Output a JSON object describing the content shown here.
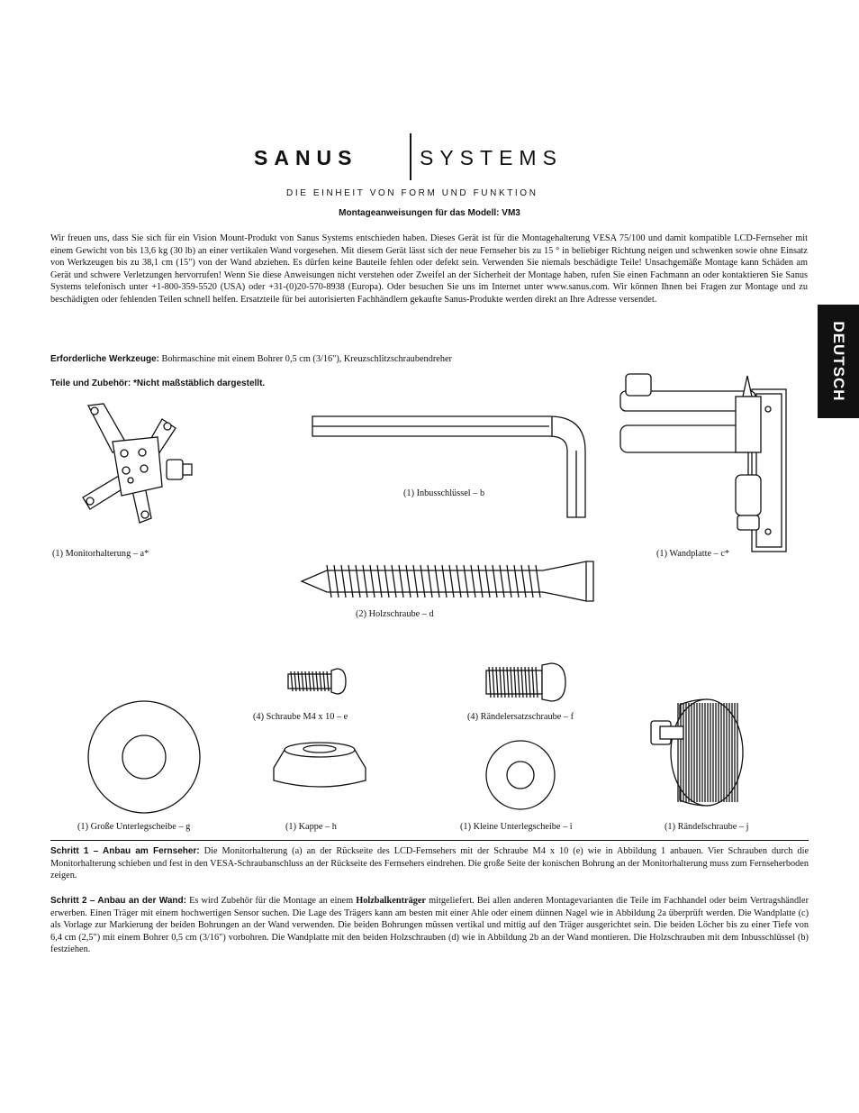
{
  "header": {
    "brand_bold": "SANUS",
    "brand_light": "SYSTEMS",
    "tagline": "DIE EINHEIT VON FORM UND FUNKTION",
    "title": "Montageanweisungen für das Modell: VM3"
  },
  "language_tab": "DEUTSCH",
  "intro": "Wir freuen uns, dass Sie sich für ein Vision Mount-Produkt von Sanus Systems entschieden haben. Dieses Gerät ist für die Montagehalterung VESA 75/100 und damit kompatible LCD-Fernseher mit einem Gewicht von bis 13,6 kg (30 lb) an einer vertikalen Wand vorgesehen. Mit diesem Gerät lässt sich der neue Fernseher bis zu 15 ° in beliebiger Richtung neigen und schwenken sowie ohne Einsatz von Werkzeugen bis zu 38,1 cm (15\") von der Wand abziehen. Es dürfen keine Bauteile fehlen oder defekt sein. Verwenden Sie niemals beschädigte Teile! Unsachgemäße Montage kann Schäden am Gerät und schwere Verletzungen hervorrufen! Wenn Sie diese Anweisungen nicht verstehen oder Zweifel an der Sicherheit der Montage haben, rufen Sie einen Fachmann an oder kontaktieren Sie Sanus Systems telefonisch unter +1-800-359-5520 (USA) oder +31-(0)20-570-8938 (Europa). Oder besuchen Sie uns im Internet unter www.sanus.com. Wir können Ihnen bei Fragen zur Montage und zu beschädigten oder fehlenden Teilen schnell helfen. Ersatzteile für bei autorisierten Fachhändlern gekaufte Sanus-Produkte werden direkt an Ihre Adresse versendet.",
  "tools": {
    "label": "Erforderliche Werkzeuge:",
    "text": " Bohrmaschine mit einem Bohrer 0,5 cm (3/16\"), Kreuzschlitzschraubendreher"
  },
  "parts_heading": "Teile und Zubehör: *Nicht maßstäblich dargestellt.",
  "parts": {
    "a": "(1) Monitorhalterung – a*",
    "b": "(1) Inbusschlüssel – b",
    "c": "(1) Wandplatte – c*",
    "d": "(2) Holzschraube – d",
    "e": "(4) Schraube M4 x 10 – e",
    "f": "(4) Rändelersatzschraube – f",
    "g": "(1) Große Unterlegscheibe – g",
    "h": "(1) Kappe – h",
    "i": "(1) Kleine Unterlegscheibe – i",
    "j": "(1) Rändelschraube – j"
  },
  "step1": {
    "label": "Schritt 1 – Anbau am Fernseher:",
    "text": " Die Monitorhalterung (a) an der Rückseite des LCD-Fernsehers mit der Schraube M4 x 10 (e) wie in Abbildung 1 anbauen. Vier Schrauben durch die Monitorhalterung schieben und fest in den VESA-Schraubanschluss an der Rückseite des Fernsehers eindrehen. Die große Seite der konischen Bohrung an der Monitorhalterung muss zum Fernseherboden zeigen."
  },
  "step2": {
    "label": "Schritt 2 – Anbau an der Wand:",
    "text_a": " Es wird Zubehör für die Montage an einem ",
    "bold_word": "Holzbalkenträger",
    "text_b": " mitgeliefert. Bei allen anderen Montagevarianten die Teile im Fachhandel oder beim Vertragshändler erwerben. Einen Träger mit einem hochwertigen Sensor suchen. Die Lage des Trägers kann am besten mit einer Ahle oder einem dünnen Nagel wie in Abbildung 2a überprüft werden. Die Wandplatte (c) als Vorlage zur Markierung der beiden Bohrungen an der Wand verwenden. Die beiden Bohrungen müssen vertikal und mittig auf den Träger ausgerichtet sein. Die beiden Löcher bis zu einer Tiefe von 6,4 cm (2,5\") mit einem Bohrer 0,5 cm (3/16\") vorbohren. Die Wandplatte mit den beiden Holzschrauben (d) wie in Abbildung 2b an der Wand montieren. Die Holzschrauben mit dem Inbusschlüssel (b) festziehen."
  }
}
